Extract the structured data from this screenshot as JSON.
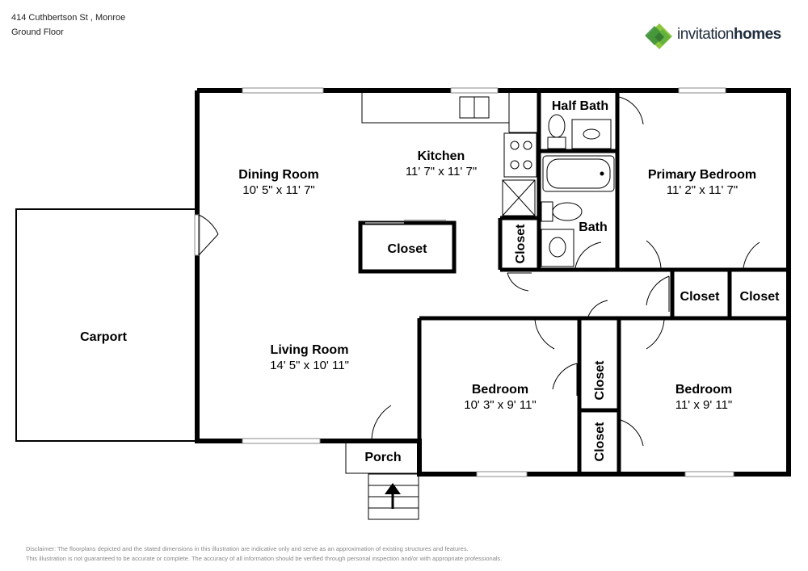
{
  "header": {
    "address": "414 Cuthbertson St , Monroe",
    "floor": "Ground Floor"
  },
  "brand": {
    "name_light": "invitation",
    "name_bold": "homes",
    "colors": {
      "green_dark": "#3a8f3a",
      "green_light": "#8cc63f",
      "text": "#1f2d3d"
    }
  },
  "rooms": {
    "dining": {
      "name": "Dining Room",
      "dims": "10' 5\" x 11' 7\""
    },
    "kitchen": {
      "name": "Kitchen",
      "dims": "11' 7\" x 11' 7\""
    },
    "half_bath": {
      "name": "Half Bath"
    },
    "primary_bedroom": {
      "name": "Primary Bedroom",
      "dims": "11' 2\" x 11' 7\""
    },
    "bath": {
      "name": "Bath"
    },
    "carport": {
      "name": "Carport"
    },
    "living": {
      "name": "Living Room",
      "dims": "14' 5\" x 10' 11\""
    },
    "bedroom_left": {
      "name": "Bedroom",
      "dims": "10' 3\" x 9' 11\""
    },
    "bedroom_right": {
      "name": "Bedroom",
      "dims": "11' x 9' 11\""
    },
    "porch": {
      "name": "Porch"
    }
  },
  "closets": {
    "dining_closet": "Closet",
    "hall_closet_vertical": "Closet",
    "hall_closet_1": "Closet",
    "hall_closet_2": "Closet",
    "bedroom_closet_upper": "Closet",
    "bedroom_closet_lower": "Closet"
  },
  "disclaimer": {
    "line1": "Disclaimer: The floorplans depicted and the stated dimensions in this illustration are indicative only and serve as an approximation of existing structures and features.",
    "line2": "This illustration is not guaranteed to be accurate or complete. The accuracy of all information should be verified through personal inspection and/or with appropriate professionals."
  }
}
